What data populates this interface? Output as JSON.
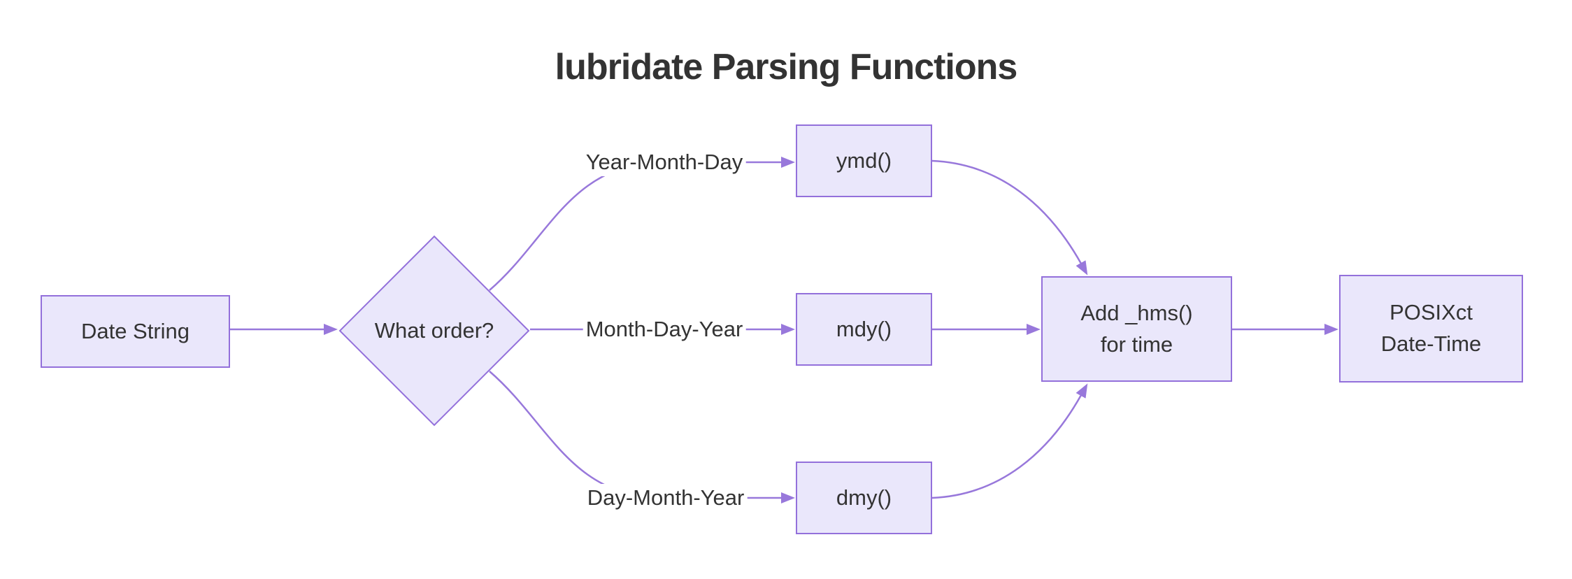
{
  "title": "lubridate Parsing Functions",
  "colors": {
    "background": "#ffffff",
    "node_fill": "#eae7fb",
    "node_border": "#9370db",
    "edge": "#9878db",
    "text": "#333333"
  },
  "nodes": {
    "date_string": {
      "label": "Date String"
    },
    "decision": {
      "label": "What order?"
    },
    "ymd": {
      "label": "ymd()"
    },
    "mdy": {
      "label": "mdy()"
    },
    "dmy": {
      "label": "dmy()"
    },
    "add_hms": {
      "label_line1": "Add _hms()",
      "label_line2": "for time"
    },
    "posixct": {
      "label_line1": "POSIXct",
      "label_line2": "Date-Time"
    }
  },
  "edge_labels": {
    "ymd_branch": "Year-Month-Day",
    "mdy_branch": "Month-Day-Year",
    "dmy_branch": "Day-Month-Year"
  }
}
